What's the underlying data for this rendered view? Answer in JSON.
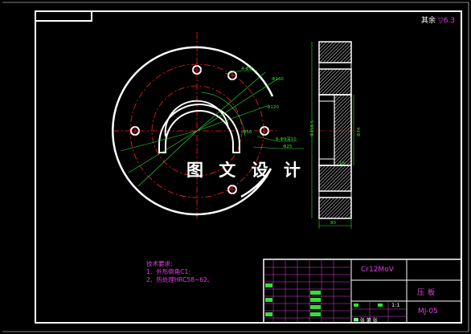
{
  "drawing": {
    "watermark": "图 文 设 计",
    "corner_note": {
      "label": "其余",
      "roughness": "▽6.3"
    },
    "tech_req": {
      "title": "技术要求:",
      "lines": [
        "1、外形倒角C1;",
        "2、热处理HRC58~62。"
      ]
    },
    "dims": {
      "d160": "Φ160",
      "d120": "Φ120",
      "hole4": "4-Φ9",
      "r80": "R",
      "d50": "Φ50",
      "d25": "Φ25",
      "thick_left": "Φ158.5",
      "thick_right": "Φ74",
      "hole_note": "8-Φ9深10",
      "small": "18",
      "width": "80"
    },
    "title_block": {
      "material": "Cr12MoV",
      "part_name": "压板",
      "drawing_no": "MJ-05",
      "scale": "1:1",
      "sheets": "共 张  第 张"
    },
    "colors": {
      "outline": "#ffffff",
      "center": "#ff2020",
      "dim": "#33e033",
      "text": "#e040e0",
      "hatch": "#ffffff"
    }
  }
}
